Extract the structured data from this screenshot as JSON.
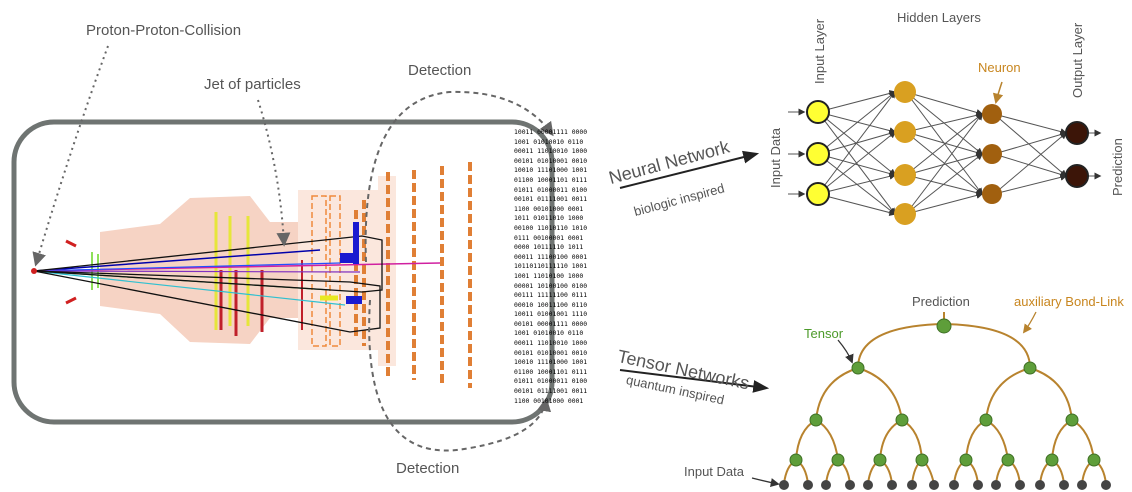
{
  "left": {
    "collision_label": "Proton-Proton-Collision",
    "jet_label": "Jet of particles",
    "detection_top": "Detection",
    "detection_bottom": "Detection"
  },
  "middle": {
    "bitstream": [
      "10011 00001111 0000",
      "1001 01010010 0110",
      "00011 11010010 1000",
      "00101 01010001 0010",
      "10010 11101000 1001",
      "01100 10001101 0111",
      "01011 01000011 0100",
      "00101 01111001 0011",
      "1100 00101000 0001",
      "1011 01011010 1000",
      "00100 11010110 1010",
      "0111 00100001 0001",
      "0000 10111110 1011",
      "00011 11100100 0001",
      "10110110111110 1001",
      "1001 11010100 1000",
      "00001 10100100 0100",
      "00111 11111100 0111",
      "00010 10011100 0110",
      "10011 01001001 1110",
      "00101 00001111 0000",
      "1001 01010010 0110",
      "00011 11010010 1000",
      "00101 01010001 0010",
      "10010 11101000 1001",
      "01100 10001101 0111",
      "01011 01000011 0100",
      "00101 01111001 0011",
      "1100 00101000 0001"
    ]
  },
  "nn": {
    "title": "Neural Network",
    "subtitle": "biologic inspired",
    "input_layer": "Input Layer",
    "hidden_layers": "Hidden Layers",
    "output_layer": "Output Layer",
    "neuron": "Neuron",
    "input_data": "Input Data",
    "prediction": "Prediction"
  },
  "tn": {
    "title": "Tensor Networks",
    "subtitle": "quantum inspired",
    "prediction": "Prediction",
    "bond_link": "auxiliary Bond-Link",
    "tensor": "Tensor",
    "input_data": "Input Data"
  },
  "colors": {
    "detector_frame": "#6f7472",
    "arrow": "#666666",
    "input_neuron": "#ffff33",
    "hidden_neuron": "#d9a021",
    "hidden_neuron_2": "#a1600f",
    "output_neuron": "#3c1508",
    "tensor_node": "#5e9e3a",
    "bond": "#b8832e",
    "input_node": "#444444"
  }
}
